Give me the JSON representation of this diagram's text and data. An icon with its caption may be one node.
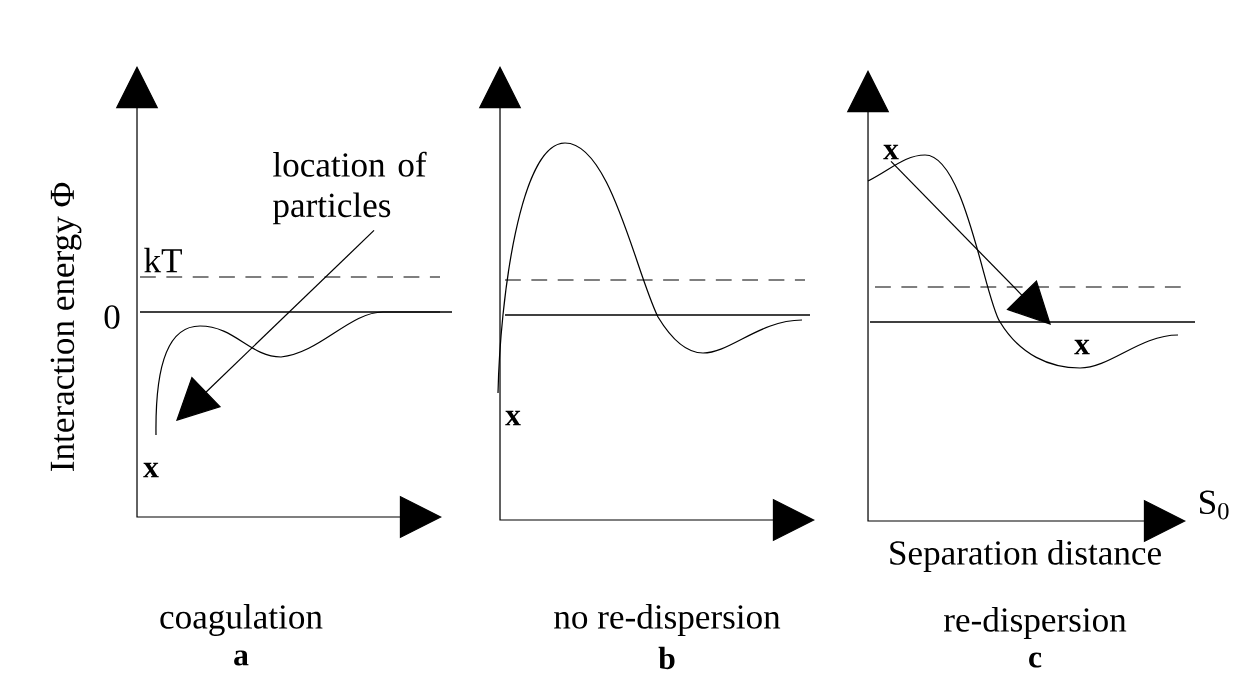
{
  "diagram": {
    "nodes": [
      {
        "text": [
          "location of particles"
        ]
      },
      {
        "text": [
          "x"
        ]
      }
    ],
    "edges": [
      {
        "from": 0,
        "to": null,
        "arrow": "to"
      },
      {
        "from": 1,
        "to": null,
        "arrow": "to"
      }
    ],
    "labels": [
      "Interaction energy Φ",
      "kT",
      "0",
      "x",
      "x",
      "x",
      "S$_{0}$",
      "Separation distance",
      "coagulation",
      "a",
      "no re-dispersion",
      "b",
      "re-dispersion",
      "c"
    ]
  }
}
